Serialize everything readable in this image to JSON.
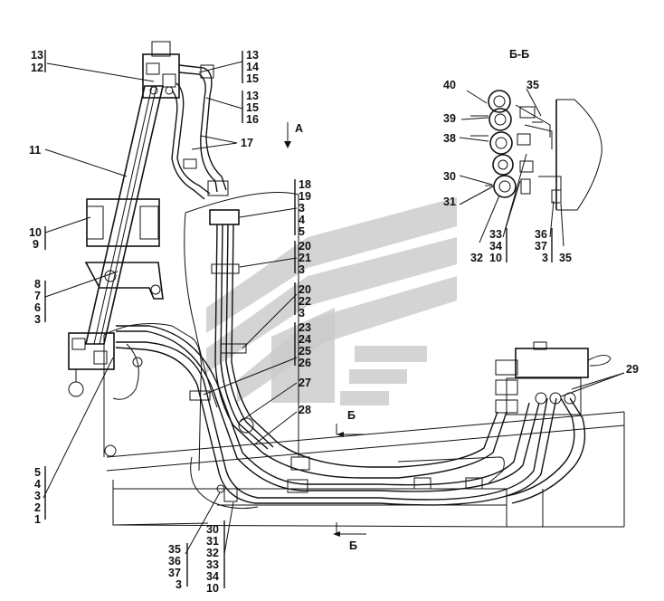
{
  "drawing": {
    "section_title": "Б-Б",
    "view_label": "А",
    "cut_label_top": "Б",
    "cut_label_bottom": "Б"
  },
  "callouts": {
    "g_top_left": [
      "13",
      "12"
    ],
    "g_top_right": [
      "13",
      "14",
      "15"
    ],
    "g_mid_right": [
      "13",
      "15",
      "16"
    ],
    "n17": "17",
    "n11": "11",
    "g_10_9": [
      "10",
      "9"
    ],
    "g_8": [
      "8",
      "7",
      "6",
      "3"
    ],
    "g_bottom_left": [
      "5",
      "4",
      "3",
      "2",
      "1"
    ],
    "g_18": [
      "18",
      "19",
      "3",
      "4",
      "5"
    ],
    "g_20a": [
      "20",
      "21",
      "3"
    ],
    "g_20b": [
      "20",
      "22",
      "3"
    ],
    "g_23": [
      "23",
      "24",
      "25",
      "26"
    ],
    "n27": "27",
    "n28": "28",
    "n29": "29",
    "g_bottom_35": [
      "35",
      "36",
      "37",
      "3"
    ],
    "g_bottom_30": [
      "30",
      "31",
      "32",
      "33",
      "34",
      "10"
    ],
    "section": {
      "n40": "40",
      "n35_top": "35",
      "n39": "39",
      "n38": "38",
      "n30": "30",
      "n31": "31",
      "n32": "32",
      "g_33": [
        "33",
        "34",
        "10"
      ],
      "g_36": [
        "36",
        "37",
        "3"
      ],
      "n35_bottom": "35"
    }
  }
}
